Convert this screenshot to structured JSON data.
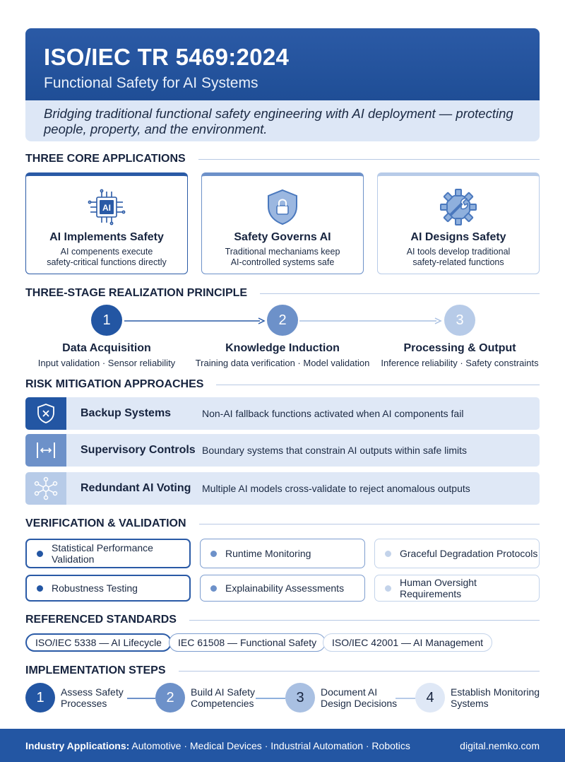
{
  "header": {
    "title": "ISO/IEC TR 5469:2024",
    "subtitle": "Functional Safety for AI Systems",
    "tagline": "Bridging traditional functional safety engineering with AI deployment — protecting people, property, and the environment."
  },
  "core_applications": {
    "heading": "THREE CORE APPLICATIONS",
    "cards": [
      {
        "title": "AI Implements Safety",
        "desc_line1": "AI compenents execute",
        "desc_line2": "safety-critical functions directly",
        "icon": "ai-chip-icon",
        "chip_label": "AI"
      },
      {
        "title": "Safety Governs AI",
        "desc_line1": "Traditional mechaniams keep",
        "desc_line2": "AI-controlled systems safe",
        "icon": "shield-lock-icon"
      },
      {
        "title": "AI Designs Safety",
        "desc_line1": "AI tools develop traditional",
        "desc_line2": "safety-related functions",
        "icon": "gear-wrench-icon"
      }
    ]
  },
  "realization": {
    "heading": "THREE-STAGE REALIZATION PRINCIPLE",
    "stages": [
      {
        "num": "1",
        "name": "Data Acquisition",
        "desc": "Input validation · Sensor reliability"
      },
      {
        "num": "2",
        "name": "Knowledge Induction",
        "desc": "Training data verification · Model validation"
      },
      {
        "num": "3",
        "name": "Processing & Output",
        "desc": "Inference reliability · Safety constraints"
      }
    ]
  },
  "risk": {
    "heading": "RISK MITIGATION APPROACHES",
    "rows": [
      {
        "name": "Backup Systems",
        "desc": "Non-AI fallback functions activated when AI components fail",
        "icon": "shield-x-icon"
      },
      {
        "name": "Supervisory Controls",
        "desc": "Boundary systems that constrain AI outputs within safe limits",
        "icon": "boundary-arrows-icon"
      },
      {
        "name": "Redundant AI Voting",
        "desc": "Multiple AI models cross-validate to reject anomalous outputs",
        "icon": "network-nodes-icon"
      }
    ]
  },
  "verification": {
    "heading": "VERIFICATION & VALIDATION",
    "items": [
      {
        "label_line1": "Statistical Performance",
        "label_line2": "Validation"
      },
      {
        "label_line1": "Runtime Monitoring",
        "label_line2": ""
      },
      {
        "label_line1": "Graceful Degradation Protocols",
        "label_line2": ""
      },
      {
        "label_line1": "Robustness Testing",
        "label_line2": ""
      },
      {
        "label_line1": "Explainability Assessments",
        "label_line2": ""
      },
      {
        "label_line1": "Human Oversight Requirements",
        "label_line2": ""
      }
    ]
  },
  "standards": {
    "heading": "REFERENCED STANDARDS",
    "items": [
      "ISO/IEC 5338 — AI Lifecycle",
      "IEC 61508 — Functional Safety",
      "ISO/IEC 42001 — AI Management"
    ]
  },
  "steps": {
    "heading": "IMPLEMENTATION STEPS",
    "items": [
      {
        "num": "1",
        "line1": "Assess Safety",
        "line2": "Processes"
      },
      {
        "num": "2",
        "line1": "Build AI Safety",
        "line2": "Competencies"
      },
      {
        "num": "3",
        "line1": "Document AI",
        "line2": "Design Decisions"
      },
      {
        "num": "4",
        "line1": "Establish Monitoring",
        "line2": "Systems"
      }
    ]
  },
  "footer": {
    "label": "Industry Applications:",
    "value": "Automotive · Medical Devices · Industrial Automation · Robotics",
    "site": "digital.nemko.com"
  },
  "colors": {
    "primary": "#2356a3",
    "medium": "#6d91c9",
    "light": "#b7cbe8",
    "tint": "#dfe8f6"
  }
}
